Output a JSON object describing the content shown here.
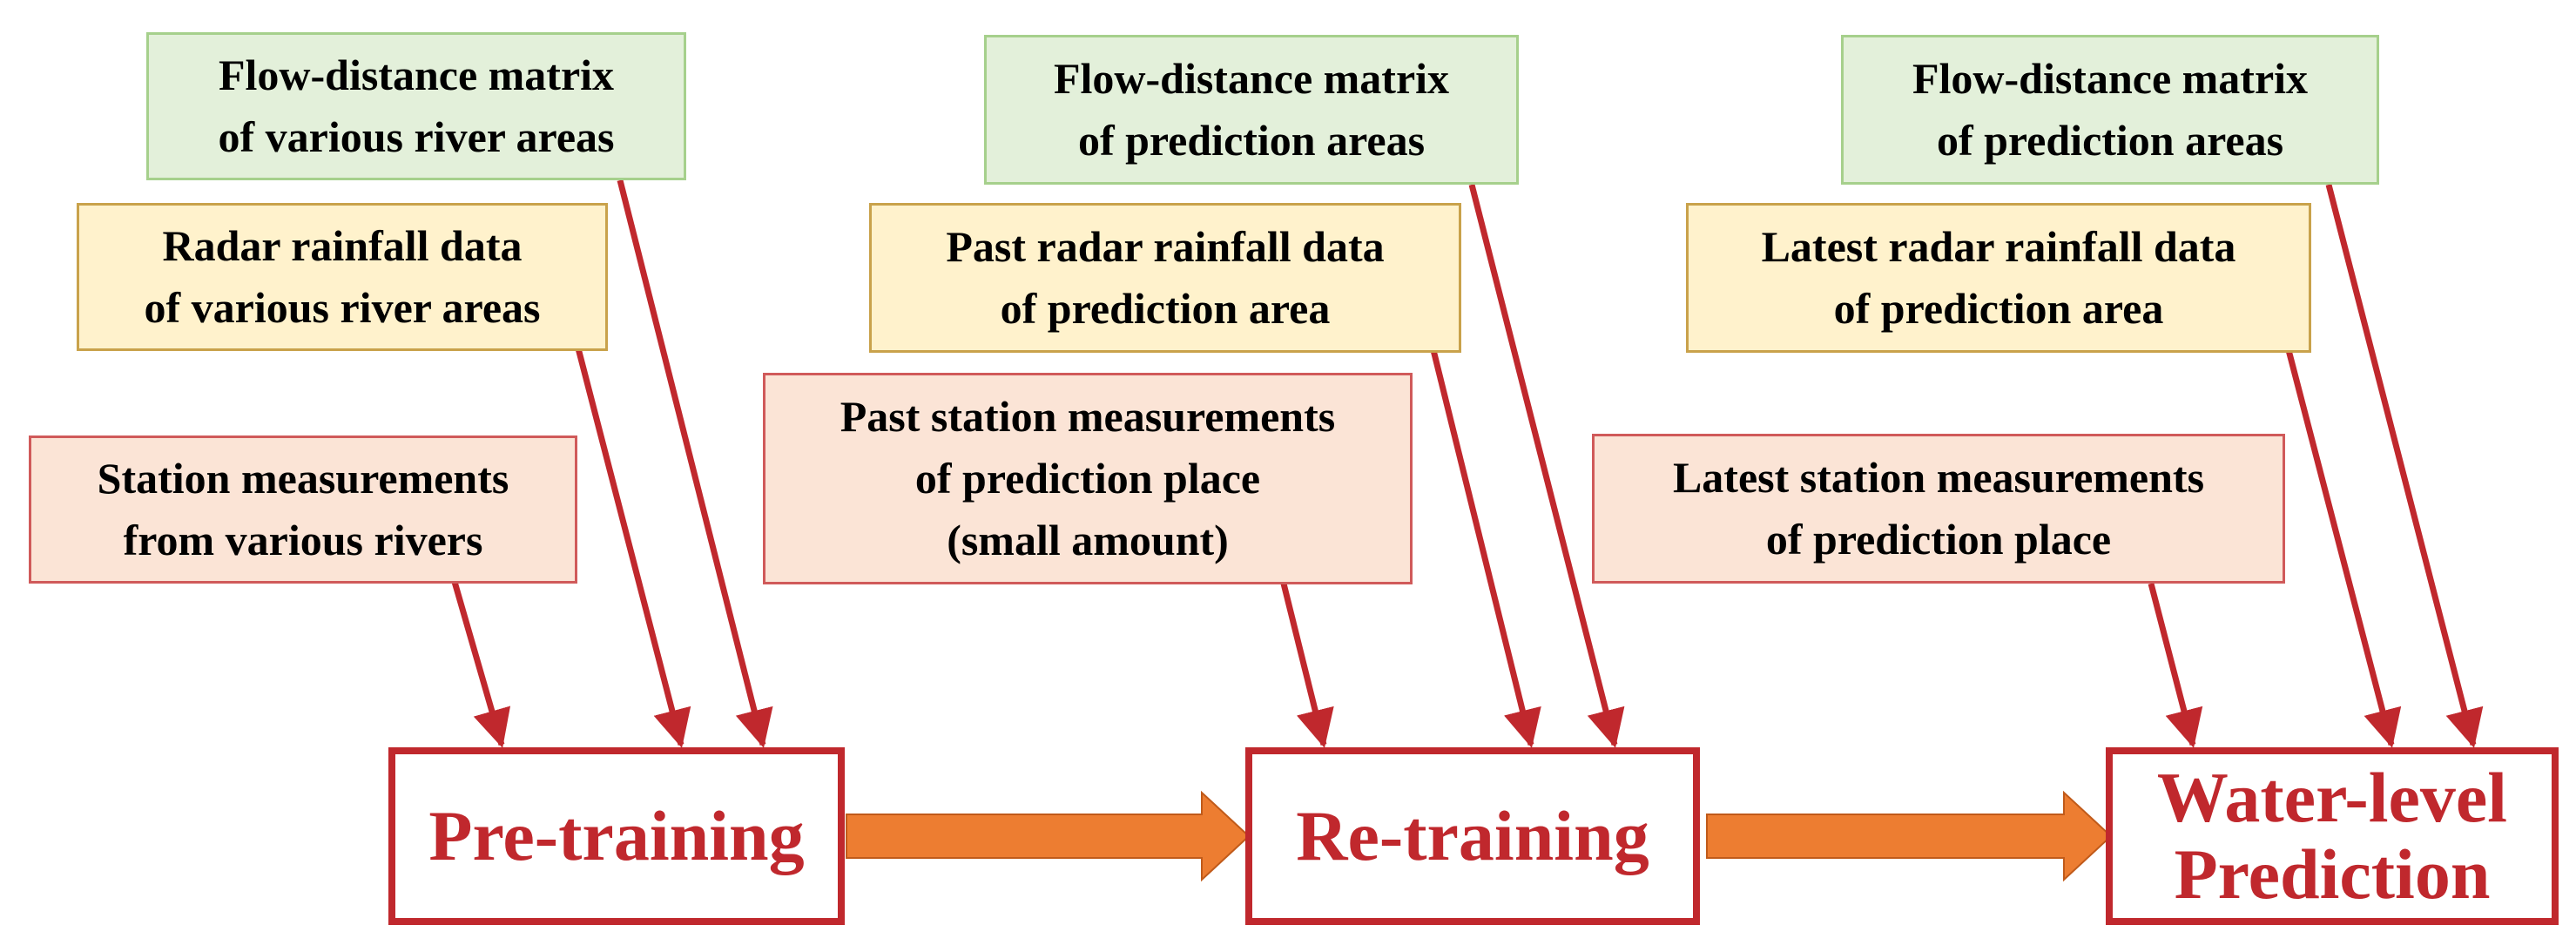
{
  "columns": [
    {
      "flow_matrix": [
        "Flow-distance matrix",
        "of various river areas"
      ],
      "radar": [
        "Radar rainfall data",
        "of various river areas"
      ],
      "station": [
        "Station measurements",
        "from various rivers"
      ],
      "stage": [
        "Pre-training"
      ]
    },
    {
      "flow_matrix": [
        "Flow-distance matrix",
        "of prediction areas"
      ],
      "radar": [
        "Past radar rainfall data",
        "of prediction area"
      ],
      "station": [
        "Past station measurements",
        "of prediction place",
        "(small amount)"
      ],
      "stage": [
        "Re-training"
      ]
    },
    {
      "flow_matrix": [
        "Flow-distance matrix",
        "of prediction areas"
      ],
      "radar": [
        "Latest radar rainfall data",
        "of prediction area"
      ],
      "station": [
        "Latest station measurements",
        "of prediction place"
      ],
      "stage": [
        "Water-level",
        "Prediction"
      ]
    }
  ],
  "colors": {
    "flow_fill": "#e3f0da",
    "flow_border": "#a6d08c",
    "radar_fill": "#fff2cc",
    "radar_border": "#c9a24b",
    "station_fill": "#fbe4d6",
    "station_border": "#d05a5a",
    "stage_border": "#c0282d",
    "stage_text": "#c0282d",
    "input_arrow": "#c0282d",
    "flow_arrow": "#ed7d31"
  }
}
